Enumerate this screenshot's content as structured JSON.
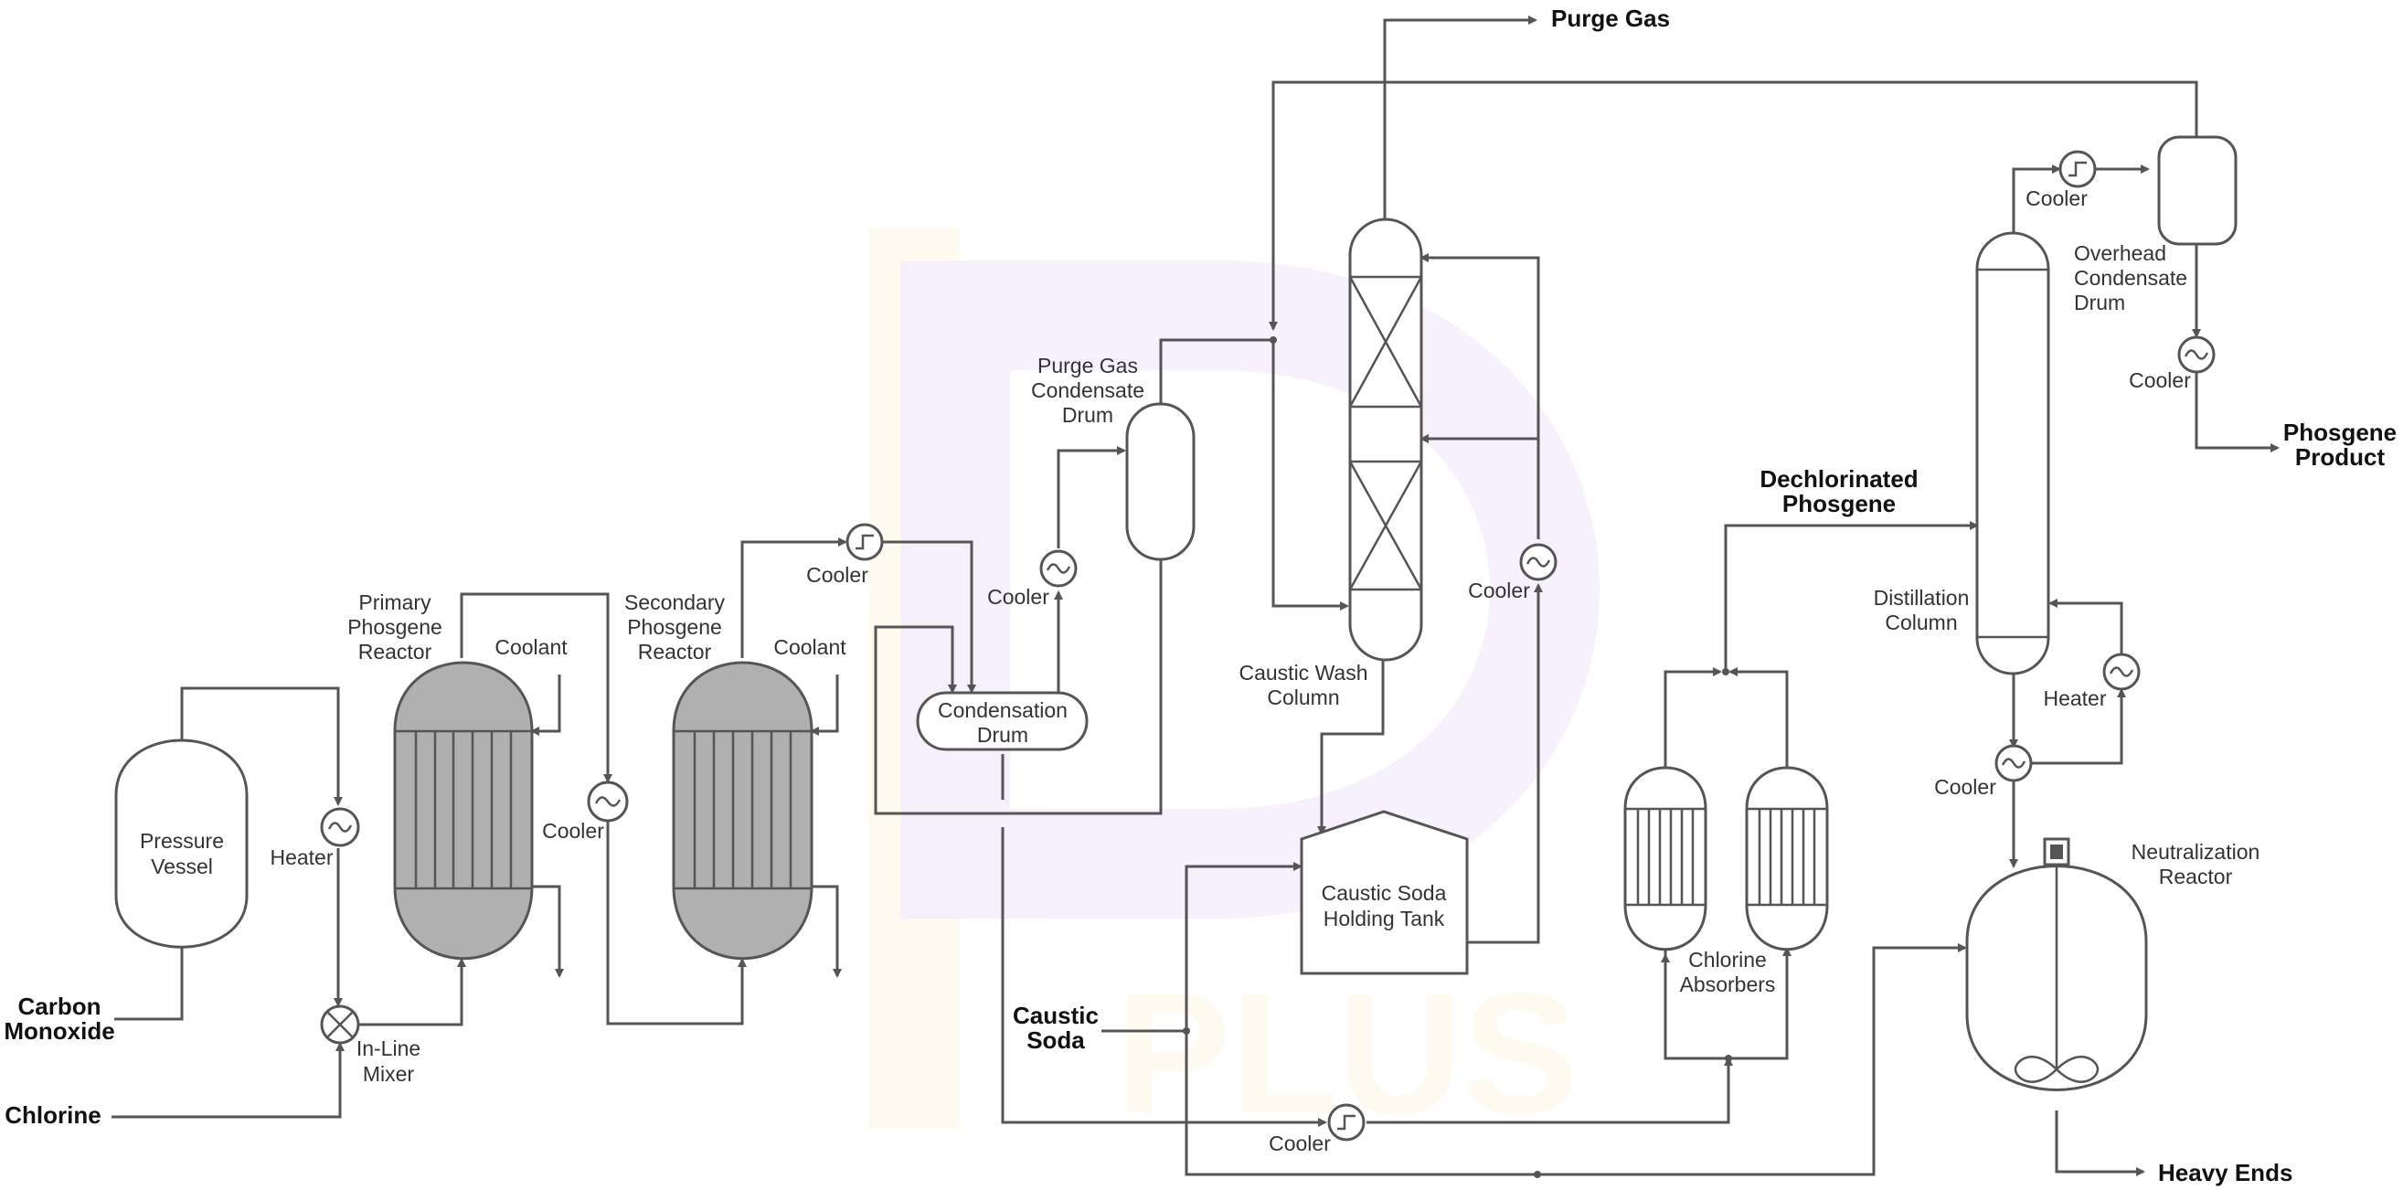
{
  "diagram": {
    "equipment": {
      "pressure_vessel": "Pressure\nVessel",
      "heater_1": "Heater",
      "inline_mixer": "In-Line\nMixer",
      "primary_reactor": "Primary\nPhosgene\nReactor",
      "coolant_1": "Coolant",
      "cooler_1": "Cooler",
      "secondary_reactor": "Secondary\nPhosgene\nReactor",
      "coolant_2": "Coolant",
      "cooler_2": "Cooler",
      "condensation_drum": "Condensation\nDrum",
      "cooler_3": "Cooler",
      "purge_gas_condensate_drum": "Purge Gas\nCondensate\nDrum",
      "caustic_wash_column": "Caustic Wash\nColumn",
      "cooler_4": "Cooler",
      "caustic_soda_holding_tank": "Caustic Soda\nHolding Tank",
      "cooler_5": "Cooler",
      "chlorine_absorbers": "Chlorine\nAbsorbers",
      "distillation_column": "Distillation\nColumn",
      "heater_2": "Heater",
      "cooler_6": "Cooler",
      "cooler_7": "Cooler",
      "overhead_condensate_drum": "Overhead\nCondensate\nDrum",
      "cooler_8": "Cooler",
      "neutralization_reactor": "Neutralization\nReactor"
    },
    "streams": {
      "carbon_monoxide": "Carbon\nMonoxide",
      "chlorine": "Chlorine",
      "caustic_soda": "Caustic\nSoda",
      "purge_gas": "Purge Gas",
      "dechlorinated_phosgene": "Dechlorinated\nPhosgene",
      "phosgene_product": "Phosgene\nProduct",
      "heavy_ends": "Heavy Ends"
    },
    "watermark": "PLUS"
  }
}
